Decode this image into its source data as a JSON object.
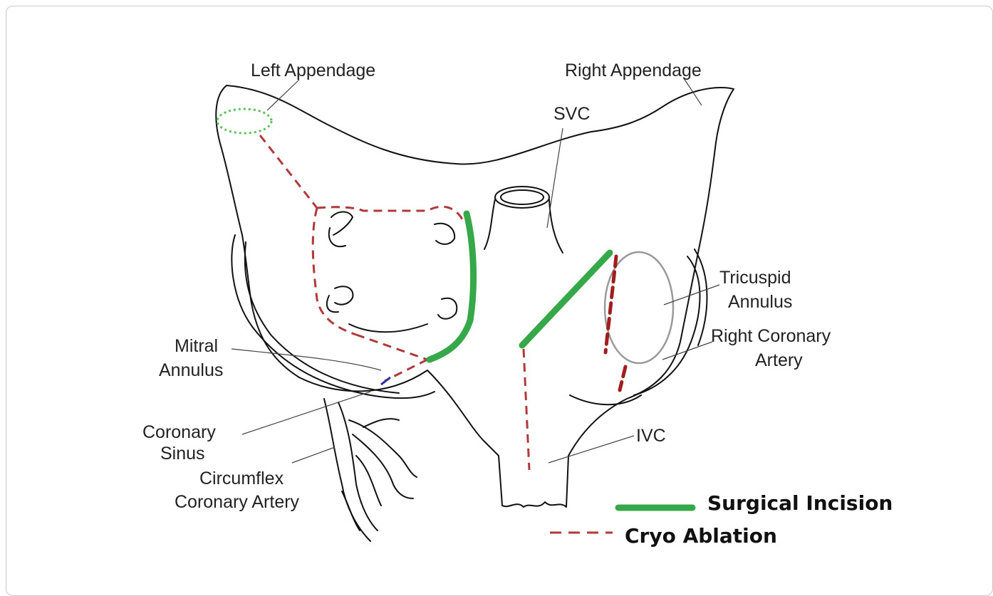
{
  "labels": {
    "left_appendage": "Left Appendage",
    "right_appendage": "Right Appendage",
    "svc": "SVC",
    "tricuspid_annulus_1": "Tricuspid",
    "tricuspid_annulus_2": "Annulus",
    "right_coronary_artery_1": "Right Coronary",
    "right_coronary_artery_2": "Artery",
    "mitral_annulus_1": "Mitral",
    "mitral_annulus_2": "Annulus",
    "coronary_sinus_1": "Coronary",
    "coronary_sinus_2": "Sinus",
    "circumflex_1": "Circumflex",
    "circumflex_2": "Coronary Artery",
    "ivc": "IVC"
  },
  "legend": {
    "surgical_incision": "Surgical Incision",
    "cryo_ablation": "Cryo Ablation"
  },
  "colors": {
    "surgical_incision": "#36a84a",
    "cryo_ablation": "#b03a3a"
  }
}
